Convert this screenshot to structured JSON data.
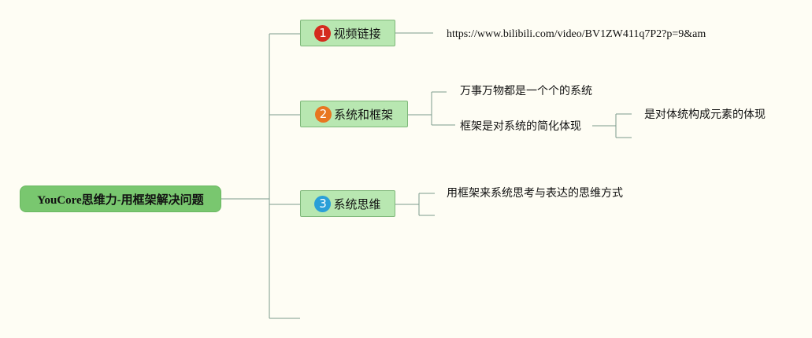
{
  "root": {
    "label": "YouCore思维力-用框架解决问题"
  },
  "branches": [
    {
      "number": "1",
      "label": "视频链接",
      "badge_color": "#d42b1e"
    },
    {
      "number": "2",
      "label": "系统和框架",
      "badge_color": "#e87620"
    },
    {
      "number": "3",
      "label": "系统思维",
      "badge_color": "#2a9fd8"
    }
  ],
  "leaves": {
    "video_url": "https://www.bilibili.com/video/BV1ZW411q7P2?p=9&am",
    "systems_everywhere": "万事万物都是一个个的系统",
    "framework_simplifies": "框架是对系统的简化体现",
    "elements_reflection": "是对体统构成元素的体现",
    "system_thinking": "用框架来系统思考与表达的思维方式"
  },
  "colors": {
    "background": "#fefdf4",
    "line": "#7c9c8d",
    "root_fill": "#79c76f",
    "branch_fill": "#b8e7b1"
  }
}
